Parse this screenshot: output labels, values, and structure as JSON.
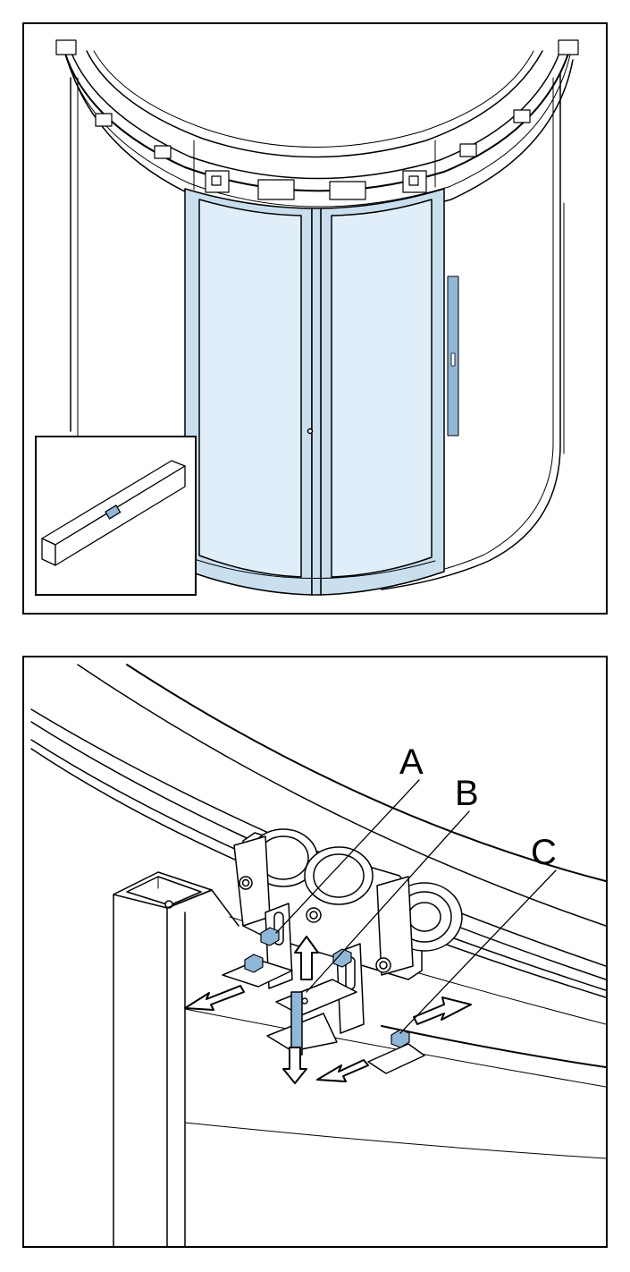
{
  "figure": {
    "top_panel": {
      "inset": {
        "tool": "spirit-level"
      }
    },
    "bottom_panel": {
      "callouts": {
        "a": "A",
        "b": "B",
        "c": "C"
      }
    }
  },
  "colors": {
    "line": "#000000",
    "glass": "#dfeef8",
    "frame": "#c9dfee",
    "accent": "#8fb7d9",
    "bolt": "#8fb7d9",
    "panel_bg": "#ffffff"
  }
}
